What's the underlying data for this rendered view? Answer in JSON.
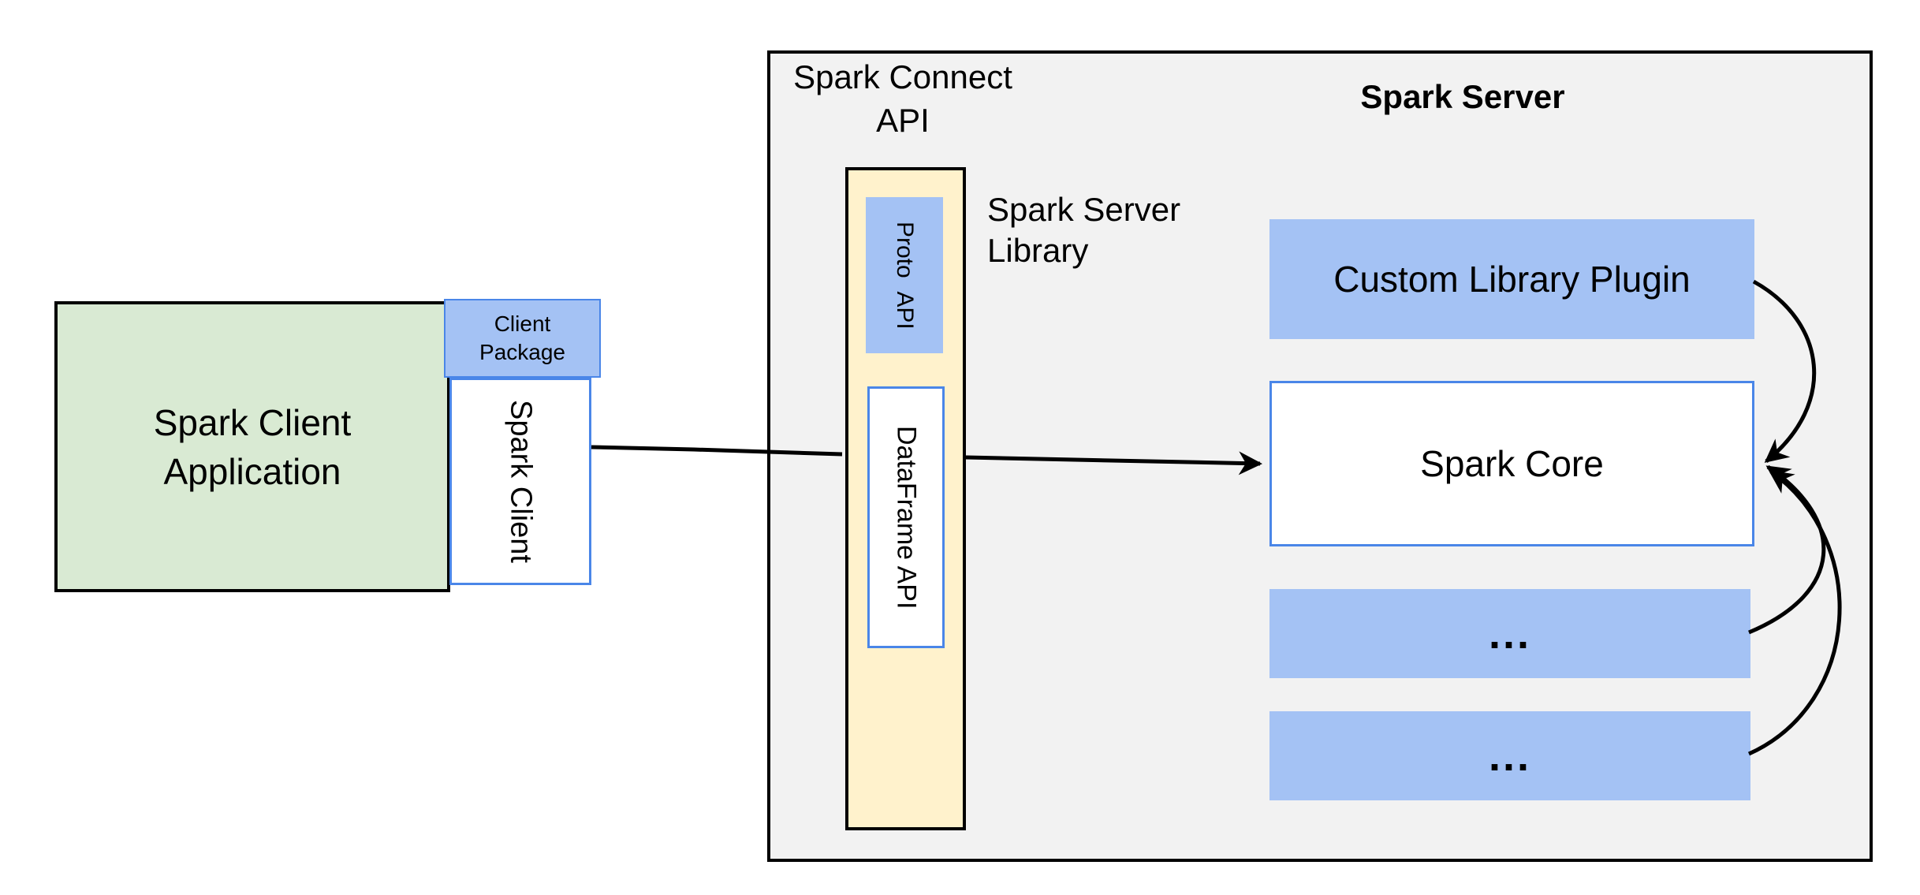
{
  "colors": {
    "canvas_bg": "#ffffff",
    "panel_fill": "#f2f2f2",
    "panel_border": "#000000",
    "green_fill": "#d9ead3",
    "blue_fill": "#a4c2f4",
    "yellow_fill": "#fff2cc",
    "blue_border": "#4a86e8",
    "arrow_color": "#000000",
    "text_color": "#000000"
  },
  "client": {
    "app_lines": [
      "Spark Client",
      "Application"
    ],
    "package_lines": [
      "Client",
      "Package"
    ],
    "spark_client_label": "Spark Client"
  },
  "connect": {
    "title_lines": [
      "Spark Connect",
      "API"
    ],
    "proto_api_label": "Proto API",
    "dataframe_api_label": "DataFrame API",
    "library_title_lines": [
      "Spark Server",
      "Library"
    ]
  },
  "server": {
    "title": "Spark Server",
    "plugin_label": "Custom Library Plugin",
    "core_label": "Spark Core",
    "ellipsis_boxes": [
      "...",
      "..."
    ]
  }
}
